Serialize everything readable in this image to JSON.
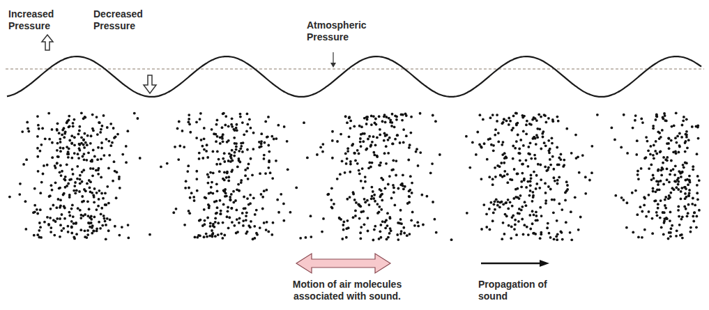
{
  "diagram": {
    "labels": [
      "Increased Pressure",
      "Decreased Pressure",
      "Atmospheric Pressure",
      "Motion of air molecules associated with sound.",
      "Propagation of sound"
    ]
  }
}
